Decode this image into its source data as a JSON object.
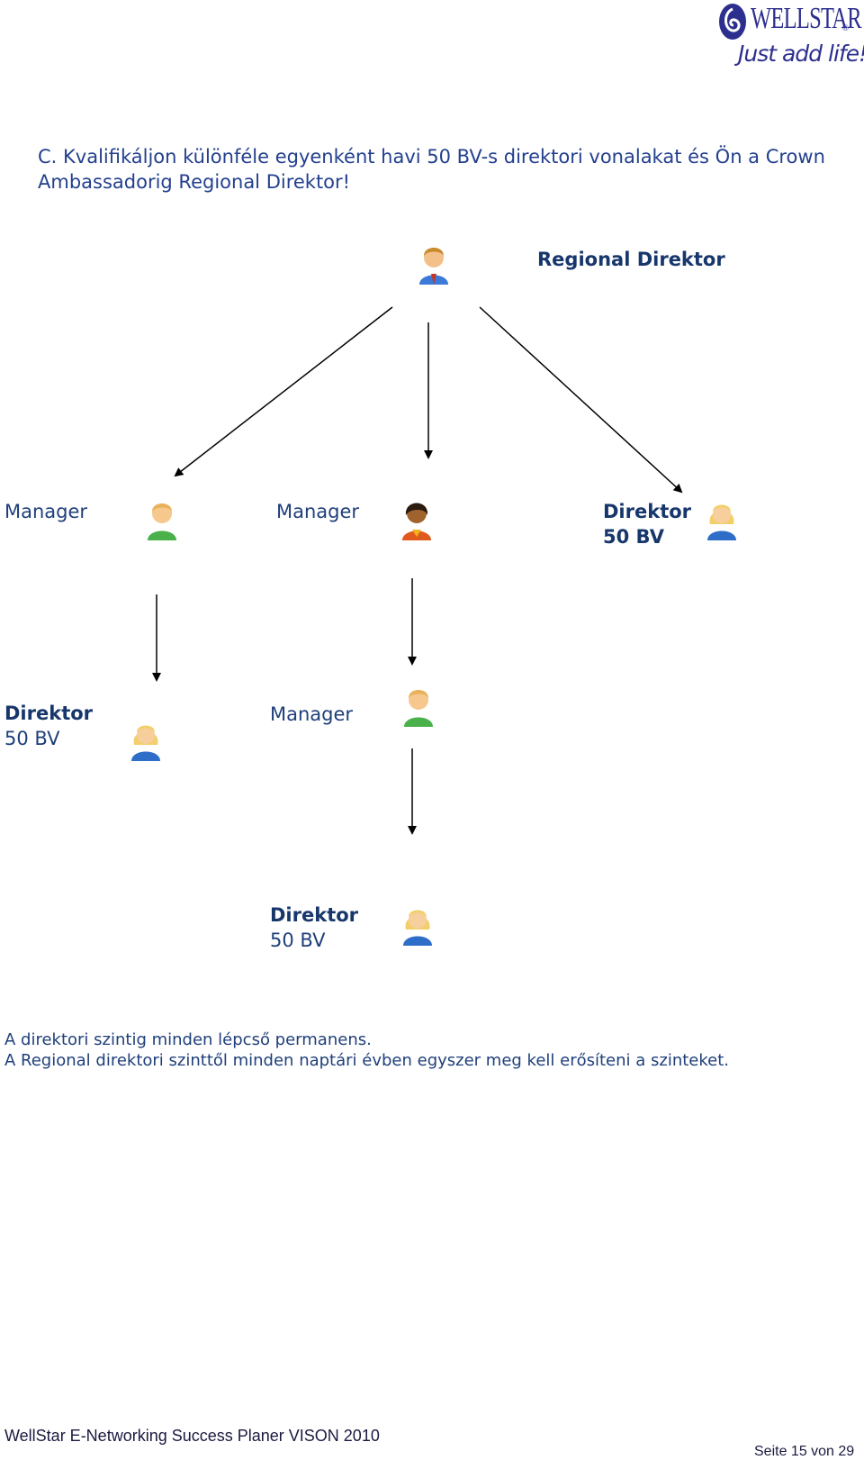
{
  "logo": {
    "wordmark": "WELLSTAR",
    "registered": "®",
    "tagline": "Just add life!"
  },
  "heading": "C. Kvalifikáljon különféle egyenként havi 50 BV-s direktori vonalakat és Ön a Crown Ambassadorig Regional Direktor!",
  "diagram": {
    "top": {
      "title": "Regional Direktor"
    },
    "level1": [
      {
        "line1": "Manager",
        "line2": ""
      },
      {
        "line1": "Manager",
        "line2": ""
      },
      {
        "line1": "Direktor",
        "line2": "50 BV"
      }
    ],
    "level2": [
      {
        "line1": "Direktor",
        "line2": "50 BV"
      },
      {
        "line1": "Manager",
        "line2": ""
      }
    ],
    "level3": {
      "line1": "Direktor",
      "line2": "50 BV"
    }
  },
  "notes": [
    "A direktori szintig minden lépcső permanens.",
    "A Regional direktori szinttől minden naptári évben egyszer meg kell erősíteni a szinteket."
  ],
  "footer": {
    "left": "WellStar E-Networking Success Planer VISON 2010",
    "right": "Seite 15 von 29"
  },
  "colors": {
    "text": "#1f3f7a",
    "arrow": "#000000",
    "logo": "#2d2f8f"
  }
}
